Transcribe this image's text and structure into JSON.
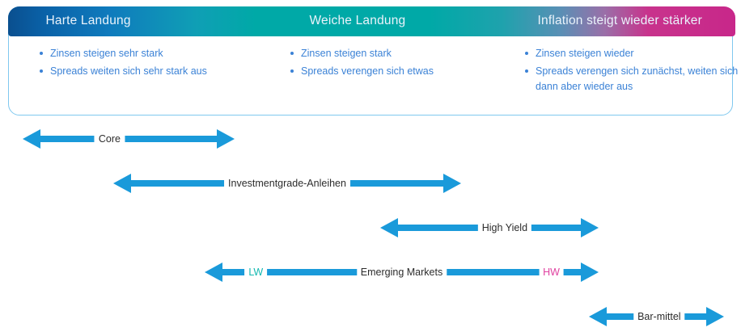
{
  "scenario_card": {
    "columns": [
      {
        "header": "Harte Landung",
        "bullets": [
          "Zinsen steigen sehr stark",
          "Spreads weiten sich sehr stark aus"
        ]
      },
      {
        "header": "Weiche Landung",
        "bullets": [
          "Zinsen steigen stark",
          "Spreads verengen sich etwas"
        ]
      },
      {
        "header": "Inflation steigt wieder stärker",
        "bullets": [
          "Zinsen steigen wieder",
          "Spreads verengen sich zunächst, weiten sich dann aber wieder aus"
        ]
      }
    ]
  },
  "arrows": [
    {
      "name": "core",
      "labels": [
        {
          "text": "Core",
          "style": "default",
          "pos_pct": 41
        }
      ]
    },
    {
      "name": "investmentgrade",
      "labels": [
        {
          "text": "Investmentgrade-Anleihen",
          "style": "default",
          "pos_pct": 50
        }
      ]
    },
    {
      "name": "high-yield",
      "labels": [
        {
          "text": "High Yield",
          "style": "default",
          "pos_pct": 57
        }
      ]
    },
    {
      "name": "emerging-markets",
      "labels": [
        {
          "text": "LW",
          "style": "lw",
          "pos_pct": 13
        },
        {
          "text": "Emerging Markets",
          "style": "default",
          "pos_pct": 50
        },
        {
          "text": "HW",
          "style": "hw",
          "pos_pct": 88
        }
      ]
    },
    {
      "name": "bar-mittel",
      "labels": [
        {
          "text": "Bar-mittel",
          "style": "default",
          "pos_pct": 52
        }
      ]
    }
  ],
  "colors": {
    "arrow_blue": "#1a9ada",
    "gradient_start": "#0a4f8f",
    "gradient_mid": "#00a9a7",
    "gradient_end": "#c8278a",
    "bullet_text": "#3b82d6",
    "lw_label": "#12b8b0",
    "hw_label": "#e040a0",
    "card_border": "#7fc8ef"
  }
}
